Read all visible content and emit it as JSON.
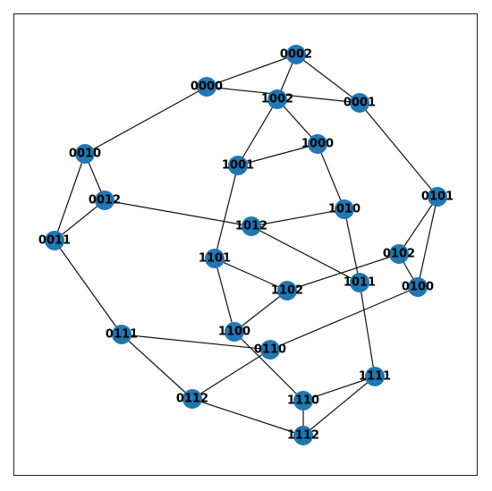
{
  "graph": {
    "node_color": "#1f77b4",
    "edge_color": "#111111",
    "nodes": [
      "0000",
      "0001",
      "0002",
      "0010",
      "0011",
      "0012",
      "0100",
      "0101",
      "0102",
      "0110",
      "0111",
      "0112",
      "1000",
      "1001",
      "1002",
      "1010",
      "1011",
      "1012",
      "1100",
      "1101",
      "1102",
      "1110",
      "1111",
      "1112"
    ],
    "edges": [
      [
        "0000",
        "0002"
      ],
      [
        "0000",
        "0010"
      ],
      [
        "0000",
        "0001"
      ],
      [
        "0002",
        "0001"
      ],
      [
        "0002",
        "1002"
      ],
      [
        "0001",
        "0101"
      ],
      [
        "1002",
        "1001"
      ],
      [
        "1002",
        "1000"
      ],
      [
        "1000",
        "1001"
      ],
      [
        "1000",
        "1010"
      ],
      [
        "0010",
        "0012"
      ],
      [
        "0010",
        "0011"
      ],
      [
        "0012",
        "0011"
      ],
      [
        "0012",
        "1012"
      ],
      [
        "0011",
        "0111"
      ],
      [
        "1001",
        "1101"
      ],
      [
        "1012",
        "1010"
      ],
      [
        "1012",
        "1011"
      ],
      [
        "1010",
        "1011"
      ],
      [
        "0101",
        "0102"
      ],
      [
        "0101",
        "0100"
      ],
      [
        "0102",
        "0100"
      ],
      [
        "0102",
        "1102"
      ],
      [
        "1101",
        "1102"
      ],
      [
        "1101",
        "1100"
      ],
      [
        "1102",
        "1100"
      ],
      [
        "1011",
        "1111"
      ],
      [
        "0100",
        "0110"
      ],
      [
        "0111",
        "0110"
      ],
      [
        "0111",
        "0112"
      ],
      [
        "1100",
        "1110"
      ],
      [
        "0110",
        "0112"
      ],
      [
        "1110",
        "1111"
      ],
      [
        "1110",
        "1112"
      ],
      [
        "1111",
        "1112"
      ],
      [
        "0112",
        "1112"
      ]
    ]
  }
}
